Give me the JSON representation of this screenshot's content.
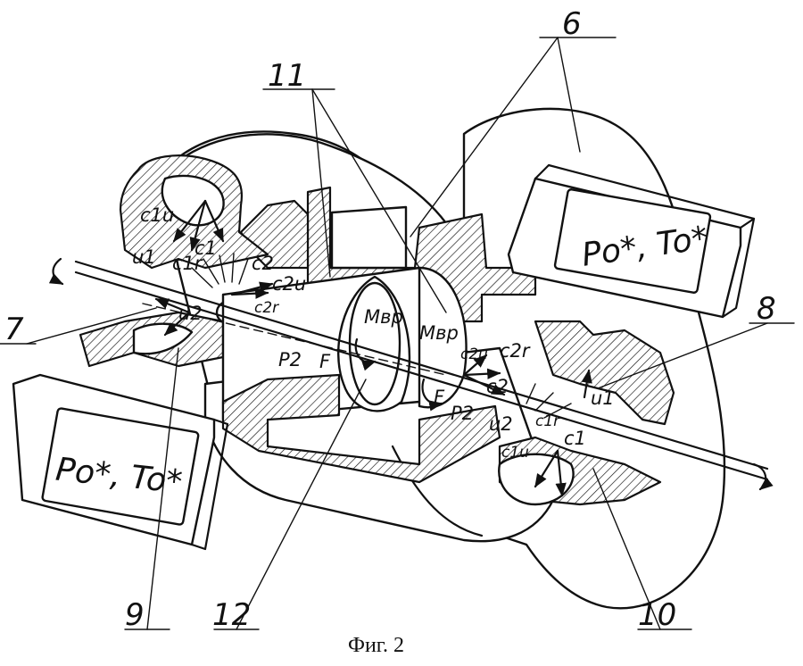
{
  "figure": {
    "caption": "Фиг. 2",
    "reference_numerals": [
      "6",
      "11",
      "7",
      "8",
      "9",
      "12",
      "10"
    ],
    "state_labels": {
      "right_box": "Po*, To*",
      "left_box": "Po*, To*"
    },
    "symbols": {
      "left_c1u": "c1u",
      "left_c1": "c1",
      "left_u1": "u1",
      "left_c1r": "c1r",
      "left_c2": "c2",
      "left_c2u": "c2u",
      "left_c2r": "c2r",
      "left_u2": "u2",
      "left_P2": "P2",
      "left_F": "F",
      "left_Mvr": "Mвр",
      "right_Mvr": "Mвр",
      "right_c2u": "c2u",
      "right_c2r": "c2r",
      "right_c2": "c2",
      "right_F": "F",
      "right_P2": "P2",
      "right_u2": "u2",
      "right_u1": "u1",
      "right_c1r": "c1r",
      "right_c1": "c1",
      "right_c1u": "c1u"
    }
  }
}
